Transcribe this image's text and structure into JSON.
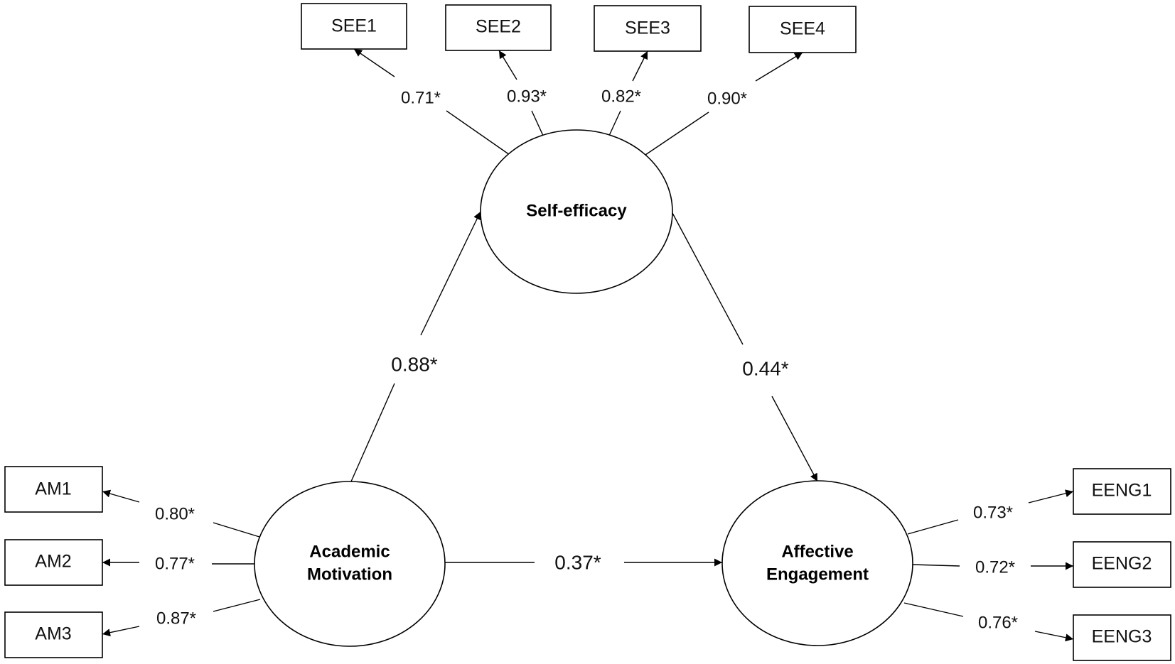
{
  "latent": {
    "self_efficacy": "Self-efficacy",
    "academic_motivation": [
      "Academic",
      "Motivation"
    ],
    "affective_engagement": [
      "Affective",
      "Engagement"
    ]
  },
  "indicators": {
    "see": [
      "SEE1",
      "SEE2",
      "SEE3",
      "SEE4"
    ],
    "am": [
      "AM1",
      "AM2",
      "AM3"
    ],
    "eeng": [
      "EENG1",
      "EENG2",
      "EENG3"
    ]
  },
  "loadings": {
    "see": [
      "0.71*",
      "0.93*",
      "0.82*",
      "0.90*"
    ],
    "am": [
      "0.80*",
      "0.77*",
      "0.87*"
    ],
    "eeng": [
      "0.73*",
      "0.72*",
      "0.76*"
    ]
  },
  "paths": {
    "am_to_se": "0.88*",
    "se_to_ae": "0.44*",
    "am_to_ae": "0.37*"
  }
}
